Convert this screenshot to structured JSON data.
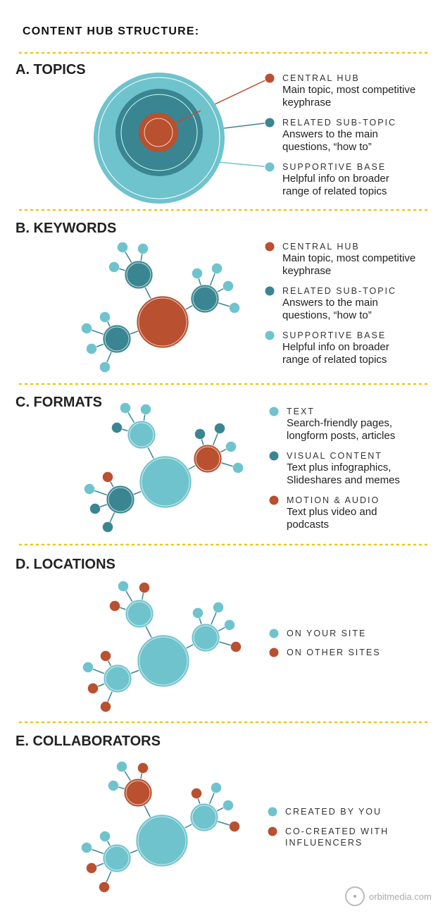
{
  "title": "CONTENT HUB STRUCTURE:",
  "colors": {
    "orange": "#b9502f",
    "dark_teal": "#3a8592",
    "light_teal": "#6fc3cd",
    "divider": "#f0c419"
  },
  "sections": [
    {
      "heading": "A. TOPICS",
      "legend": [
        {
          "label": "CENTRAL HUB",
          "desc": "Main topic, most competitive keyphrase",
          "color": "orange"
        },
        {
          "label": "RELATED SUB-TOPIC",
          "desc": "Answers to the main questions, “how to”",
          "color": "dark_teal"
        },
        {
          "label": "SUPPORTIVE BASE",
          "desc": "Helpful info on broader range of related topics",
          "color": "light_teal"
        }
      ]
    },
    {
      "heading": "B. KEYWORDS",
      "legend": [
        {
          "label": "CENTRAL HUB",
          "desc": "Main topic, most competitive keyphrase",
          "color": "orange"
        },
        {
          "label": "RELATED SUB-TOPIC",
          "desc": "Answers to the main questions, “how to”",
          "color": "dark_teal"
        },
        {
          "label": "SUPPORTIVE BASE",
          "desc": "Helpful info on broader range of related topics",
          "color": "light_teal"
        }
      ]
    },
    {
      "heading": "C. FORMATS",
      "legend": [
        {
          "label": "TEXT",
          "desc": "Search-friendly pages, longform posts, articles",
          "color": "light_teal"
        },
        {
          "label": "VISUAL CONTENT",
          "desc": "Text plus infographics, Slideshares and memes",
          "color": "dark_teal"
        },
        {
          "label": "MOTION & AUDIO",
          "desc": "Text plus video and podcasts",
          "color": "orange"
        }
      ]
    },
    {
      "heading": "D. LOCATIONS",
      "legend": [
        {
          "label": "ON YOUR SITE",
          "desc": "",
          "color": "light_teal"
        },
        {
          "label": "ON OTHER SITES",
          "desc": "",
          "color": "orange"
        }
      ]
    },
    {
      "heading": "E. COLLABORATORS",
      "legend": [
        {
          "label": "CREATED BY YOU",
          "desc": "",
          "color": "light_teal"
        },
        {
          "label": "CO-CREATED WITH INFLUENCERS",
          "desc": "",
          "color": "orange"
        }
      ]
    }
  ],
  "logo": "orbitmedia.com"
}
